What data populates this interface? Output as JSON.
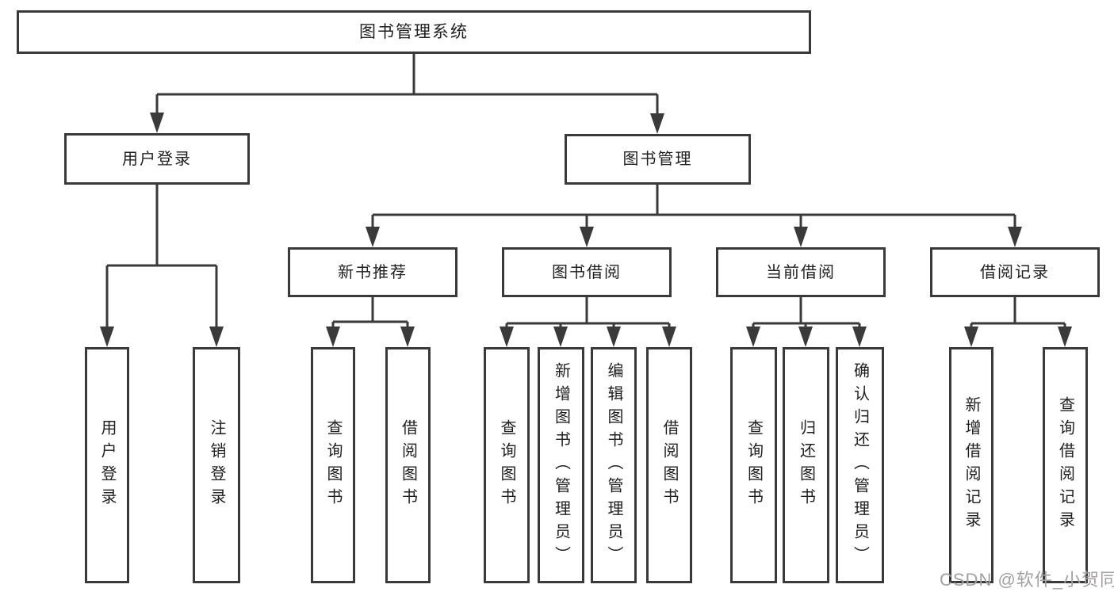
{
  "diagram_type": "tree",
  "tree": {
    "label": "图书管理系统",
    "children": [
      {
        "label": "用户登录",
        "children": [
          {
            "label": "用户登录"
          },
          {
            "label": "注销登录"
          }
        ]
      },
      {
        "label": "图书管理",
        "children": [
          {
            "label": "新书推荐",
            "children": [
              {
                "label": "查询图书"
              },
              {
                "label": "借阅图书"
              }
            ]
          },
          {
            "label": "图书借阅",
            "children": [
              {
                "label": "查询图书"
              },
              {
                "label": "新增图书（管理员）"
              },
              {
                "label": "编辑图书（管理员）"
              },
              {
                "label": "借阅图书"
              }
            ]
          },
          {
            "label": "当前借阅",
            "children": [
              {
                "label": "查询图书"
              },
              {
                "label": "归还图书"
              },
              {
                "label": "确认归还（管理员）"
              }
            ]
          },
          {
            "label": "借阅记录",
            "children": [
              {
                "label": "新增借阅记录"
              },
              {
                "label": "查询借阅记录"
              }
            ]
          }
        ]
      }
    ]
  },
  "watermark": {
    "text": "CSDN @软件_小贺同学"
  },
  "colors": {
    "line": "#3a3a3a",
    "box_border": "#3a3a3a",
    "text": "#1f1f1f",
    "watermark": "#a4a0a0",
    "background": "#ffffff"
  }
}
